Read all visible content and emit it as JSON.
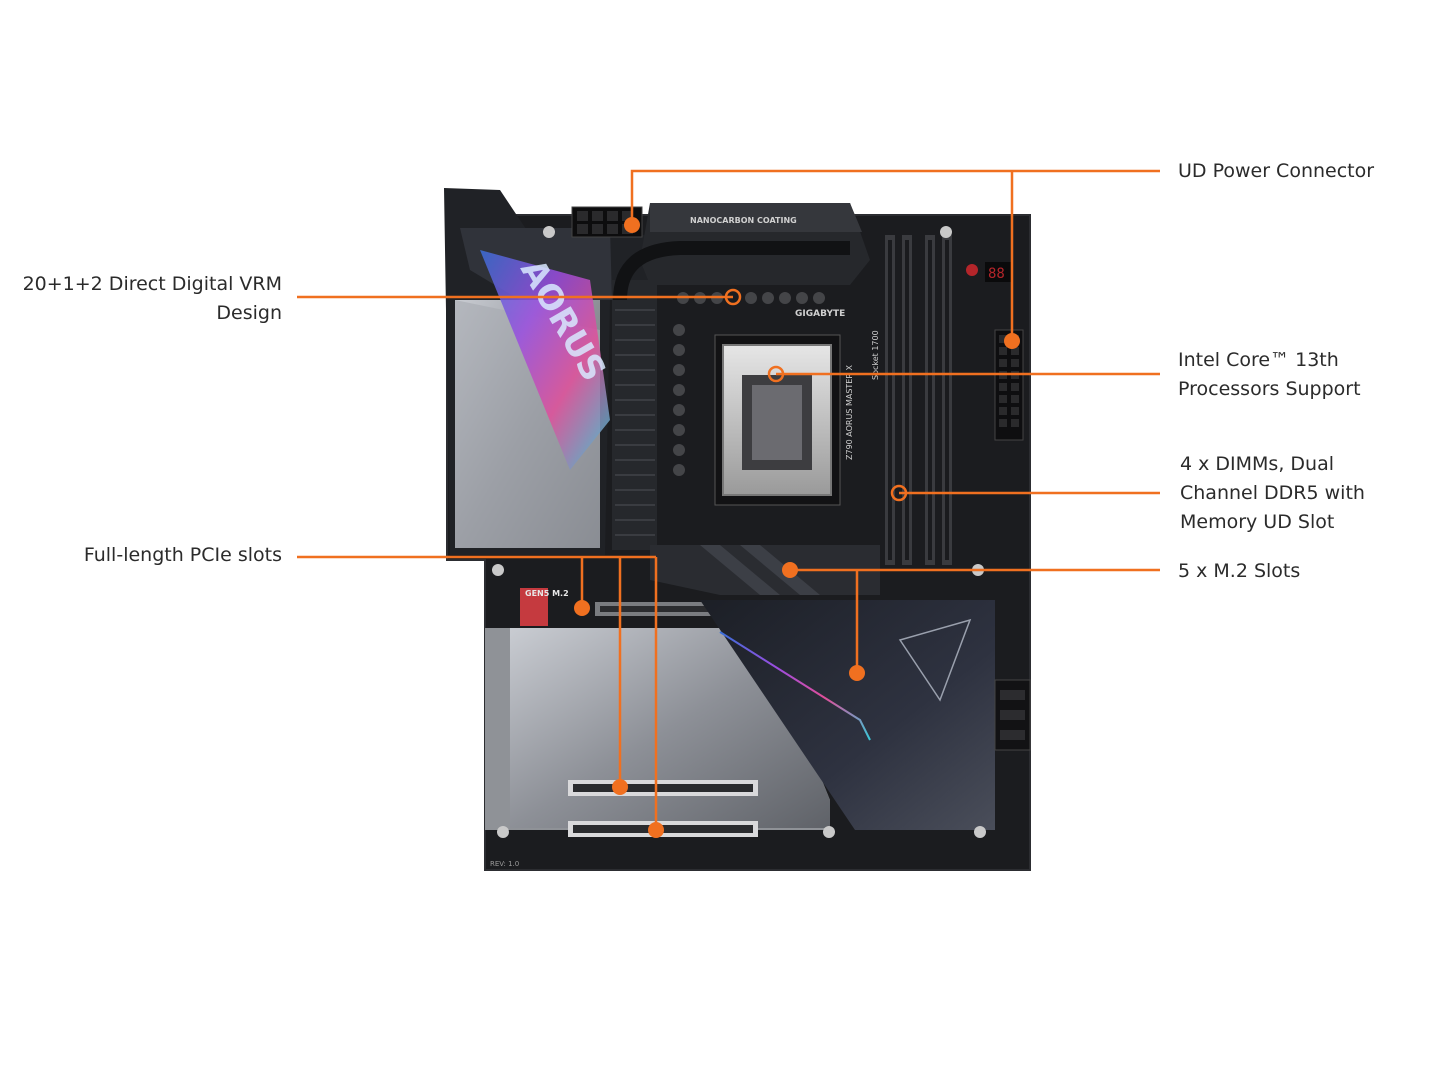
{
  "board": {
    "nanocarbon_label": "NANOCARBON COATING",
    "brand_label": "GIGABYTE",
    "model_label": "Z790 AORUS MASTER X",
    "socket_label": "Socket 1700",
    "gen5_label": "GEN5 M.2",
    "aorus_logo": "AORUS",
    "rev_label": "REV: 1.0",
    "accent_color": "#f07020"
  },
  "callouts": {
    "power_connector": {
      "lines": [
        "UD Power Connector"
      ]
    },
    "vrm": {
      "lines": [
        "20+1+2 Direct Digital VRM",
        "Design"
      ]
    },
    "cpu": {
      "lines": [
        "Intel Core™ 13th",
        "Processors Support"
      ]
    },
    "dimm": {
      "lines": [
        "4 x DIMMs, Dual",
        "Channel DDR5 with",
        "Memory UD Slot"
      ]
    },
    "pcie": {
      "lines": [
        "Full-length PCIe slots"
      ]
    },
    "m2": {
      "lines": [
        "5 x M.2 Slots"
      ]
    }
  }
}
